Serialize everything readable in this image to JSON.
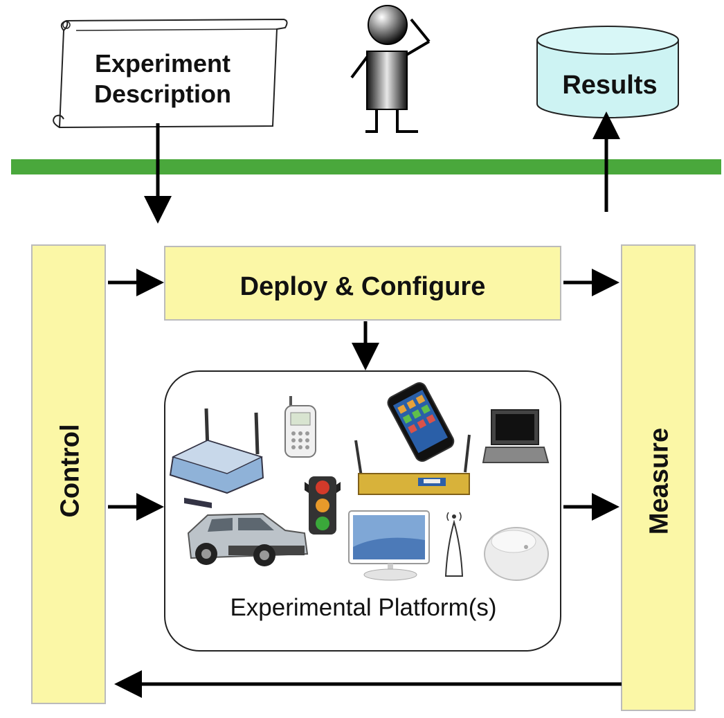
{
  "labels": {
    "experiment_line1": "Experiment",
    "experiment_line2": "Description",
    "results": "Results",
    "deploy": "Deploy & Configure",
    "control": "Control",
    "measure": "Measure",
    "platform": "Experimental Platform(s)"
  },
  "colors": {
    "bus": "#4aa83c",
    "panel": "#fbf7a6",
    "results_db": "#cdf3f3",
    "line": "#000000"
  },
  "icons": [
    "scroll-icon",
    "person-icon",
    "database-icon",
    "wifi-router-icon",
    "cell-phone-icon",
    "smartphone-icon",
    "laptop-icon",
    "traffic-light-icon",
    "orbit-node-icon",
    "car-icon",
    "monitor-icon",
    "antenna-icon",
    "sensor-icon"
  ]
}
